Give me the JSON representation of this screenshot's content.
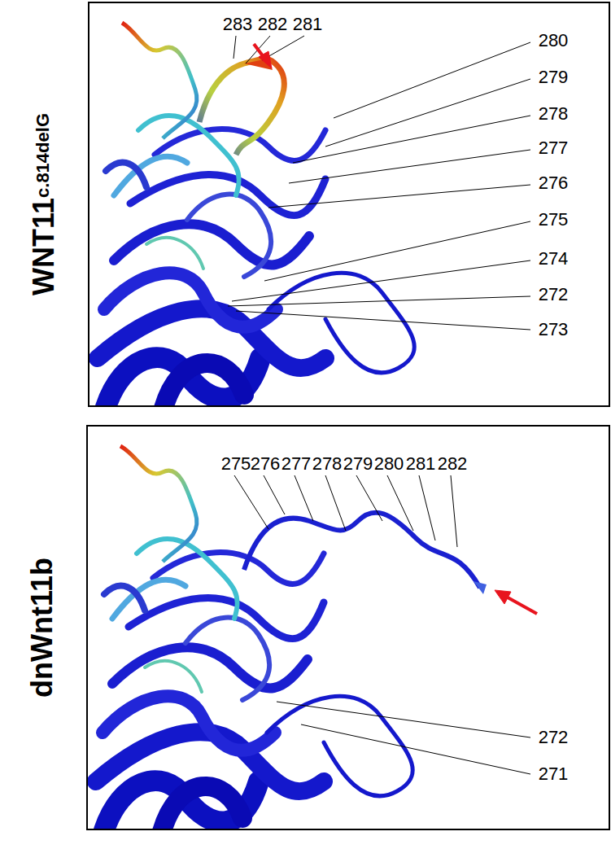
{
  "diagram": {
    "nodes": [
      {
        "text": [
          "WNT11",
          "c.814delG"
        ]
      },
      {
        "text": [
          "dnWnt11b"
        ]
      }
    ],
    "labels": [
      "283",
      "282",
      "281",
      "280",
      "279",
      "278",
      "277",
      "276",
      "275",
      "274",
      "272",
      "273",
      "275",
      "276",
      "277",
      "278",
      "279",
      "280",
      "281",
      "282",
      "272",
      "271"
    ]
  }
}
